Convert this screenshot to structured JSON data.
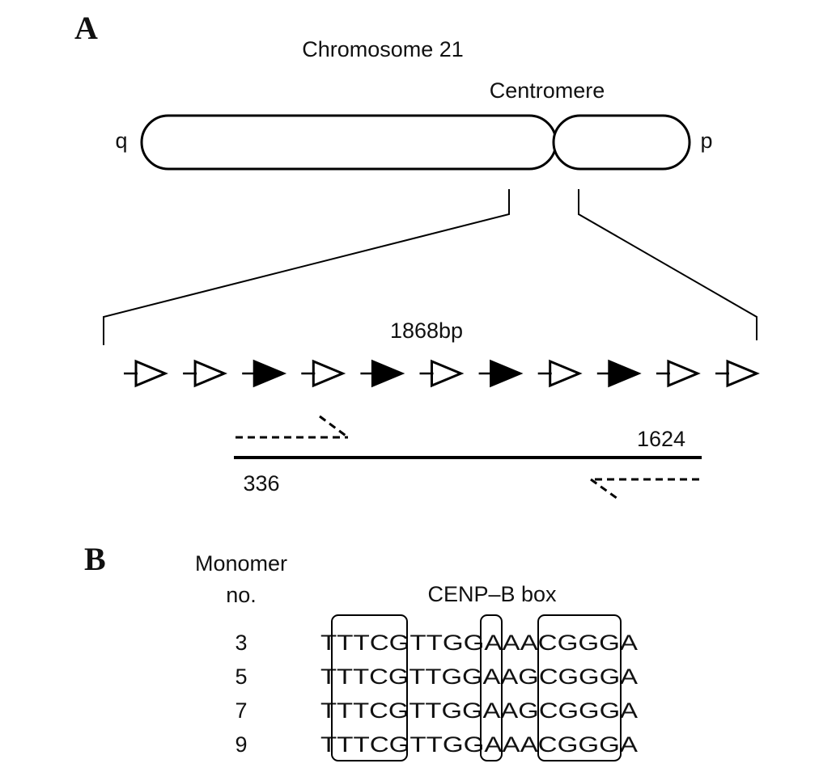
{
  "panel_a": {
    "label": "A",
    "chromosome_title": "Chromosome 21",
    "centromere_label": "Centromere",
    "q_arm_label": "q",
    "p_arm_label": "p",
    "repeat_size_label": "1868bp",
    "monomers": [
      "open",
      "open",
      "filled",
      "open",
      "filled",
      "open",
      "filled",
      "open",
      "filled",
      "open",
      "open"
    ],
    "amplicon_start_label": "336",
    "amplicon_end_label": "1624"
  },
  "panel_b": {
    "label": "B",
    "column_header_line1": "Monomer",
    "column_header_line2": "no.",
    "sequence_header": "CENP–B box",
    "rows": [
      {
        "monomer": "3",
        "sequence": "TTTCGTTGGAAACGGGA"
      },
      {
        "monomer": "5",
        "sequence": "TTTCGTTGGAAGCGGGA"
      },
      {
        "monomer": "7",
        "sequence": "TTTCGTTGGAAGCGGGA"
      },
      {
        "monomer": "9",
        "sequence": "TTTCGTTGGAAACGGGA"
      }
    ]
  }
}
